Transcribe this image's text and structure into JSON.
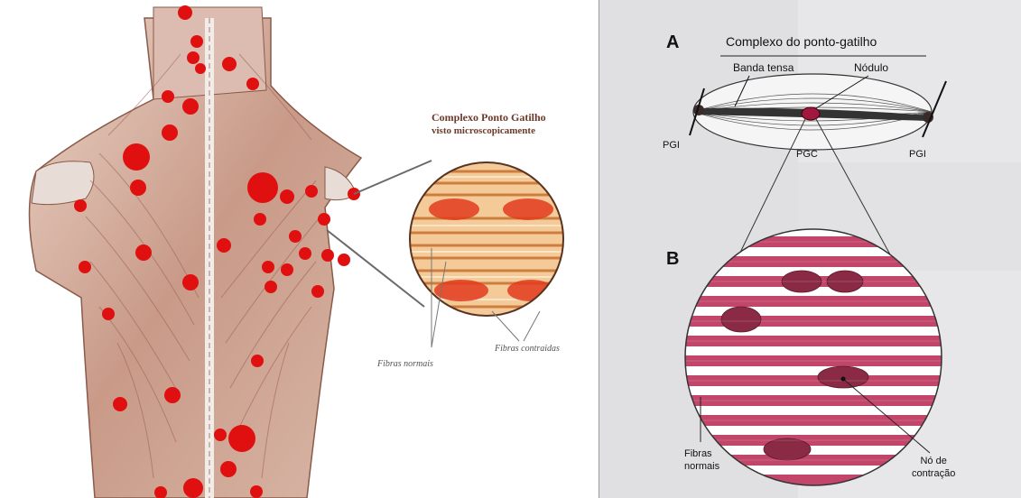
{
  "left_figure": {
    "title_line1": "Complexo Ponto Gatilho",
    "title_line2": "visto microscopicamente",
    "label_normal_fibers": "Fibras normais",
    "label_contracted_fibers": "Fibras contraidas",
    "trigger_point_color": "#e01010"
  },
  "right_figure": {
    "panel_a_letter": "A",
    "panel_b_letter": "B",
    "title": "Complexo do ponto-gatilho",
    "label_taut_band": "Banda tensa",
    "label_nodule": "Nódulo",
    "label_pgi_left": "PGI",
    "label_pgc": "PGC",
    "label_pgi_right": "PGI",
    "label_normal_fibers_line1": "Fibras",
    "label_normal_fibers_line2": "normais",
    "label_contraction_knot_line1": "Nó de",
    "label_contraction_knot_line2": "contração",
    "fiber_color": "#c2456a"
  }
}
